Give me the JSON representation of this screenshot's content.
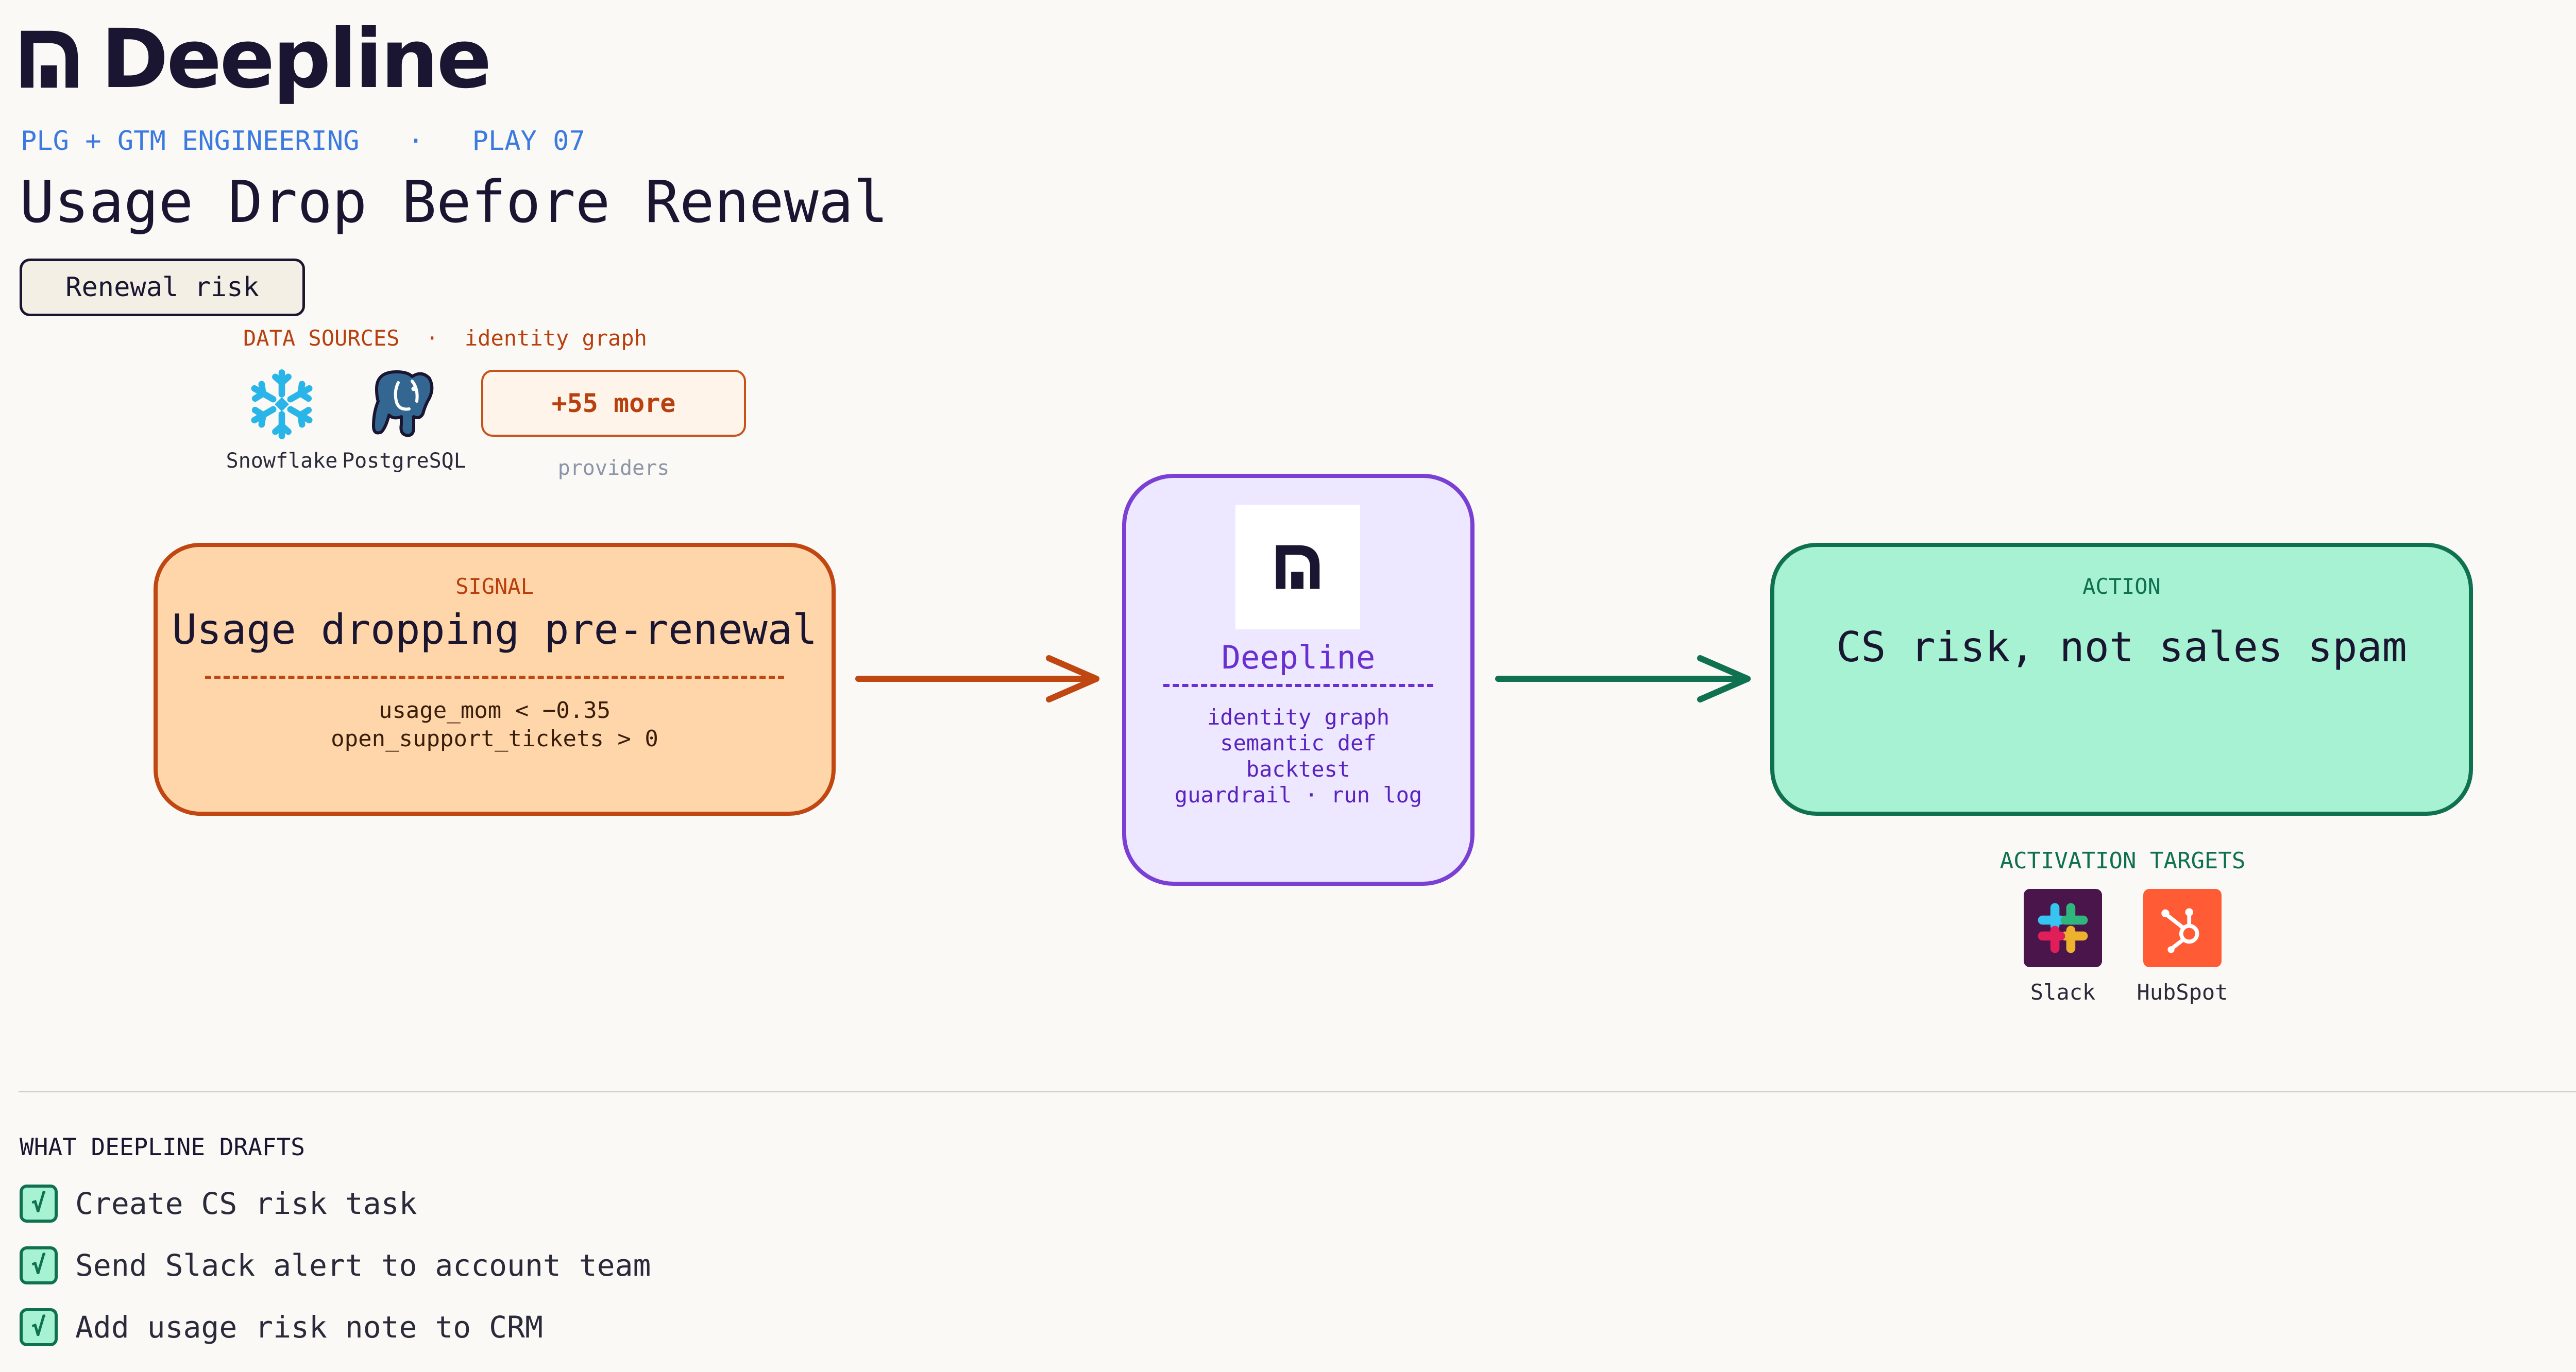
{
  "brand": {
    "name": "Deepline",
    "logo_icon": "deepline-mark-icon"
  },
  "header": {
    "eyebrow_left": "PLG + GTM ENGINEERING",
    "eyebrow_sep": "·",
    "eyebrow_right": "PLAY 07",
    "title": "Usage Drop Before Renewal",
    "tag": "Renewal risk"
  },
  "sources": {
    "label": "DATA SOURCES",
    "sep": "·",
    "sub": "identity graph",
    "providers": [
      {
        "name": "Snowflake",
        "icon": "snowflake-icon"
      },
      {
        "name": "PostgreSQL",
        "icon": "postgresql-elephant-icon"
      }
    ],
    "more_label": "+55 more",
    "more_caption": "providers"
  },
  "signal": {
    "label": "SIGNAL",
    "title": "Usage dropping pre-renewal",
    "conditions": [
      "usage_mom < −0.35",
      "open_support_tickets > 0"
    ]
  },
  "core": {
    "name": "Deepline",
    "features": [
      "identity graph",
      "semantic def",
      "backtest",
      "guardrail · run log"
    ]
  },
  "action": {
    "label": "ACTION",
    "title": "CS risk, not sales spam"
  },
  "targets": {
    "label": "ACTIVATION TARGETS",
    "items": [
      {
        "name": "Slack",
        "icon": "slack-icon"
      },
      {
        "name": "HubSpot",
        "icon": "hubspot-icon"
      }
    ]
  },
  "drafts": {
    "label": "WHAT DEEPLINE DRAFTS",
    "check_glyph": "√",
    "items": [
      "Create CS risk task",
      "Send Slack alert to account team",
      "Add usage risk note to CRM"
    ]
  },
  "colors": {
    "ink": "#1a1530",
    "eyebrow_blue": "#3d7ae0",
    "signal_fill": "#ffd5aa",
    "signal_stroke": "#c04612",
    "core_fill": "#ede8ff",
    "core_stroke": "#7a3fd4",
    "action_fill": "#a6f2d2",
    "action_stroke": "#0f7150",
    "slack_bg": "#4a154b",
    "hubspot_bg": "#ff5c35"
  }
}
